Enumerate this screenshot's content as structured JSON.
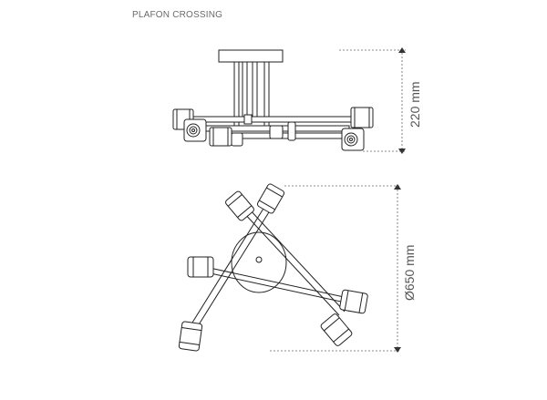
{
  "title": "PLAFON CROSSING",
  "dimensions": {
    "height_label": "220 mm",
    "diameter_label": "Ø650 mm"
  },
  "colors": {
    "line": "#222222",
    "text": "#555555"
  }
}
